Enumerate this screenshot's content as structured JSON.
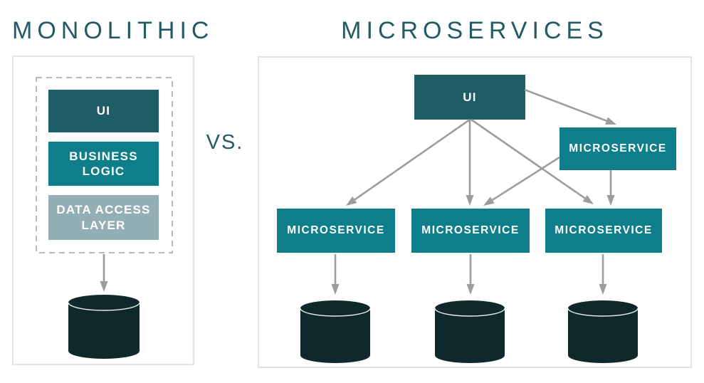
{
  "titles": {
    "left": "MONOLITHIC",
    "right": "MICROSERVICES",
    "divider": "VS."
  },
  "monolithic": {
    "layers": [
      {
        "label": "UI",
        "color": "#1e5c66"
      },
      {
        "label": "BUSINESS\nLOGIC",
        "color": "#0e7e8b"
      },
      {
        "label": "DATA ACCESS\nLAYER",
        "color": "#93aeb5"
      }
    ],
    "database_icon": "database-cylinder"
  },
  "microservices": {
    "ui": {
      "label": "UI",
      "color": "#1e5c66"
    },
    "service_top": {
      "label": "MICROSERVICE",
      "color": "#0e7e8b"
    },
    "services": [
      {
        "label": "MICROSERVICE",
        "color": "#0e7e8b"
      },
      {
        "label": "MICROSERVICE",
        "color": "#0e7e8b"
      },
      {
        "label": "MICROSERVICE",
        "color": "#0e7e8b"
      }
    ],
    "database_icons": [
      "database-cylinder",
      "database-cylinder",
      "database-cylinder"
    ]
  },
  "colors": {
    "title": "#245966",
    "arrow": "#9d9d9d",
    "database": "#0e282c",
    "database_highlight": "#e9eded",
    "panel_border": "#e3e3e3",
    "dashed_border": "#b8b8b8"
  }
}
